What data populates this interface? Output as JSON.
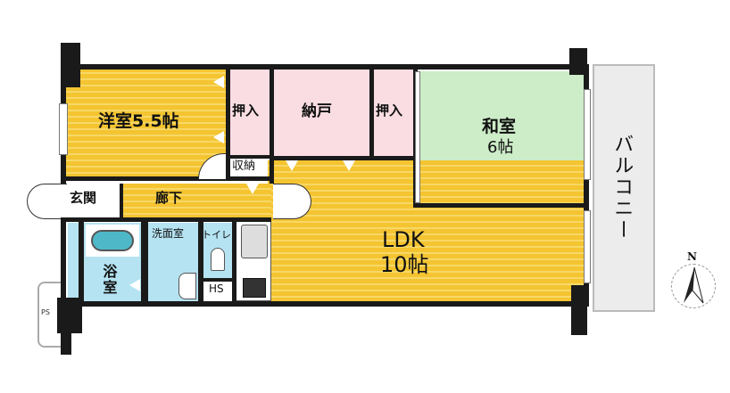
{
  "floorplan": {
    "rooms": {
      "western_room": {
        "label": "洋室5.5帖",
        "color": "#f4c431"
      },
      "closet_1": {
        "label": "押入",
        "color": "#f9dde3"
      },
      "storage_room": {
        "label": "納戸",
        "color": "#f9dde3"
      },
      "closet_2": {
        "label": "押入",
        "color": "#f9dde3"
      },
      "japanese_room": {
        "label_line1": "和室",
        "label_line2": "6帖",
        "color": "#cdecc8"
      },
      "small_storage": {
        "label": "収納"
      },
      "entrance": {
        "label": "玄関"
      },
      "hallway": {
        "label": "廊下",
        "color": "#f4c431"
      },
      "washroom": {
        "label": "洗面室",
        "color": "#b5e3f2"
      },
      "toilet": {
        "label": "トイレ",
        "color": "#b5e3f2"
      },
      "bathroom": {
        "label": "浴室",
        "color": "#b5e3f2"
      },
      "hot_water": {
        "label": "HS"
      },
      "ldk": {
        "label_line1": "LDK",
        "label_line2": "10帖",
        "color": "#f4c431"
      },
      "balcony": {
        "label": "バルコニー",
        "color": "#ececec"
      },
      "pipe_space": {
        "label": "PS"
      }
    },
    "compass": {
      "label": "N"
    },
    "wall_color": "#1a1a1a"
  }
}
